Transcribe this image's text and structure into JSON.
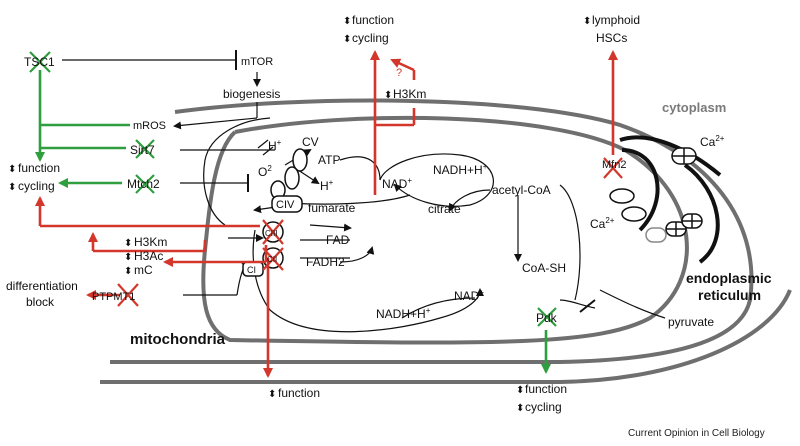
{
  "diagram": {
    "labels": {
      "tsc1": "TSC1",
      "mtor": "mTOR",
      "biogenesis": "biogenesis",
      "mros": "mROS",
      "sirt7": "Sirt7",
      "mtch2": "Mtch2",
      "func_cycling_left_1": "function",
      "func_cycling_left_2": "cycling",
      "h3km_left": "H3Km",
      "h3ac_left": "H3Ac",
      "mc_left": "mC",
      "differentiation": "differentiation",
      "block": "block",
      "ptpmt1": "PTPMT1",
      "func_top_1": "function",
      "func_top_2": "cycling",
      "question": "?",
      "h3km_top": "H3Km",
      "lymphoid": "lymphoid",
      "hscs": "HSCs",
      "cytoplasm": "cytoplasm",
      "ca_top": "Ca",
      "ca_top_sup": "2+",
      "mfn2": "Mfn2",
      "ca_mid": "Ca",
      "ca_mid_sup": "2+",
      "er_1": "endoplasmic",
      "er_2": "reticulum",
      "hplus_1": "H",
      "hplus_1_sup": "+",
      "cv": "CV",
      "o2": "O",
      "o2_sup": "2",
      "atp": "ATP",
      "hplus_2": "H",
      "hplus_2_sup": "+",
      "civ": "CIV",
      "ciii": "CIII",
      "cii": "CII",
      "ci": "CI",
      "nad_1": "NAD",
      "nad_1_sup": "+",
      "nadh_1": "NADH+H",
      "nadh_1_sup": "+",
      "acetyl": "acetyl-CoA",
      "fumarate": "fumarate",
      "citrate": "citrate",
      "fad": "FAD",
      "fadh2": "FADH2",
      "coash": "CoA-SH",
      "nadh_2": "NADH+H",
      "nadh_2_sup": "+",
      "nad_2": "NAD",
      "nad_2_sup": "+",
      "pdk": "Pdk",
      "pyruvate": "pyruvate",
      "mitochondria": "mitochondria",
      "func_bottom": "function",
      "func_bottom_right_1": "function",
      "func_bottom_right_2": "cycling",
      "arrow_glyph": "⬍"
    },
    "credit": "Current Opinion in Cell Biology",
    "colors": {
      "red": "#d3362b",
      "green": "#2e9e3e",
      "gray": "#6f6f6f",
      "black": "#111111"
    }
  }
}
